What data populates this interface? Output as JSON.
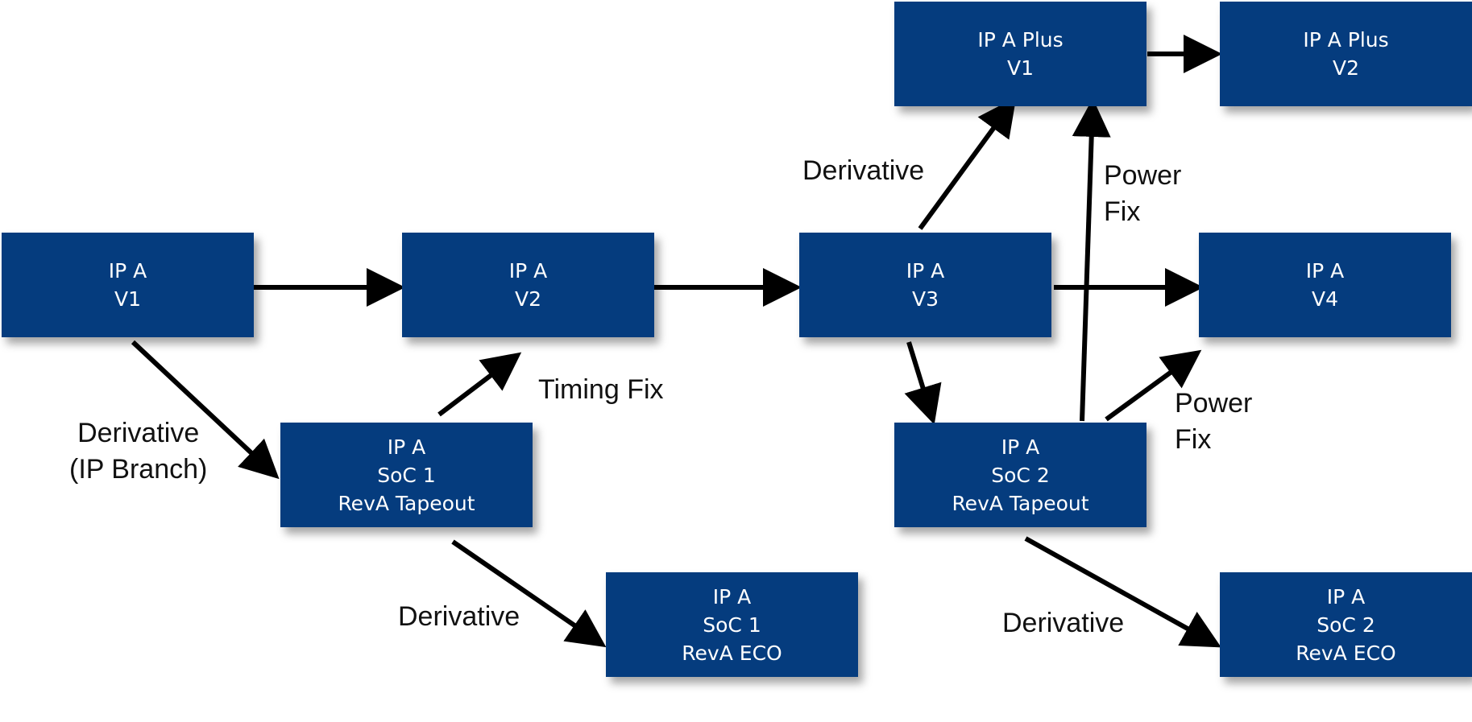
{
  "diagram": {
    "colors": {
      "node_fill": "#053c7e",
      "node_text": "#ffffff",
      "arrow": "#000000",
      "label_text": "#111111"
    },
    "nodes": {
      "ip_a_v1": {
        "lines": [
          "IP A",
          "V1"
        ]
      },
      "ip_a_v2": {
        "lines": [
          "IP A",
          "V2"
        ]
      },
      "ip_a_v3": {
        "lines": [
          "IP A",
          "V3"
        ]
      },
      "ip_a_v4": {
        "lines": [
          "IP A",
          "V4"
        ]
      },
      "ip_a_plus_v1": {
        "lines": [
          "IP A Plus",
          "V1"
        ]
      },
      "ip_a_plus_v2": {
        "lines": [
          "IP A Plus",
          "V2"
        ]
      },
      "soc1_reva_tapeout": {
        "lines": [
          "IP A",
          "SoC 1",
          "RevA Tapeout"
        ]
      },
      "soc1_reva_eco": {
        "lines": [
          "IP A",
          "SoC 1",
          "RevA ECO"
        ]
      },
      "soc2_reva_tapeout": {
        "lines": [
          "IP A",
          "SoC 2",
          "RevA Tapeout"
        ]
      },
      "soc2_reva_eco": {
        "lines": [
          "IP A",
          "SoC 2",
          "RevA ECO"
        ]
      }
    },
    "labels": {
      "derivative_ip_branch": {
        "lines": [
          "Derivative",
          "(IP Branch)"
        ]
      },
      "timing_fix": {
        "lines": [
          "Timing Fix"
        ]
      },
      "derivative_soc1_eco": {
        "lines": [
          "Derivative"
        ]
      },
      "derivative_plus": {
        "lines": [
          "Derivative"
        ]
      },
      "power_fix_plus": {
        "lines": [
          "Power",
          "Fix"
        ]
      },
      "power_fix_v4": {
        "lines": [
          "Power",
          "Fix"
        ]
      },
      "derivative_soc2_eco": {
        "lines": [
          "Derivative"
        ]
      }
    },
    "edges": [
      {
        "from": "ip_a_v1",
        "to": "ip_a_v2"
      },
      {
        "from": "ip_a_v2",
        "to": "ip_a_v3"
      },
      {
        "from": "ip_a_v3",
        "to": "ip_a_v4"
      },
      {
        "from": "ip_a_plus_v1",
        "to": "ip_a_plus_v2"
      },
      {
        "from": "ip_a_v1",
        "to": "soc1_reva_tapeout"
      },
      {
        "from": "soc1_reva_tapeout",
        "to": "ip_a_v2"
      },
      {
        "from": "soc1_reva_tapeout",
        "to": "soc1_reva_eco"
      },
      {
        "from": "ip_a_v3",
        "to": "ip_a_plus_v1"
      },
      {
        "from": "ip_a_v3",
        "to": "soc2_reva_tapeout"
      },
      {
        "from": "soc2_reva_tapeout",
        "to": "ip_a_plus_v1"
      },
      {
        "from": "soc2_reva_tapeout",
        "to": "ip_a_v4"
      },
      {
        "from": "soc2_reva_tapeout",
        "to": "soc2_reva_eco"
      }
    ]
  }
}
